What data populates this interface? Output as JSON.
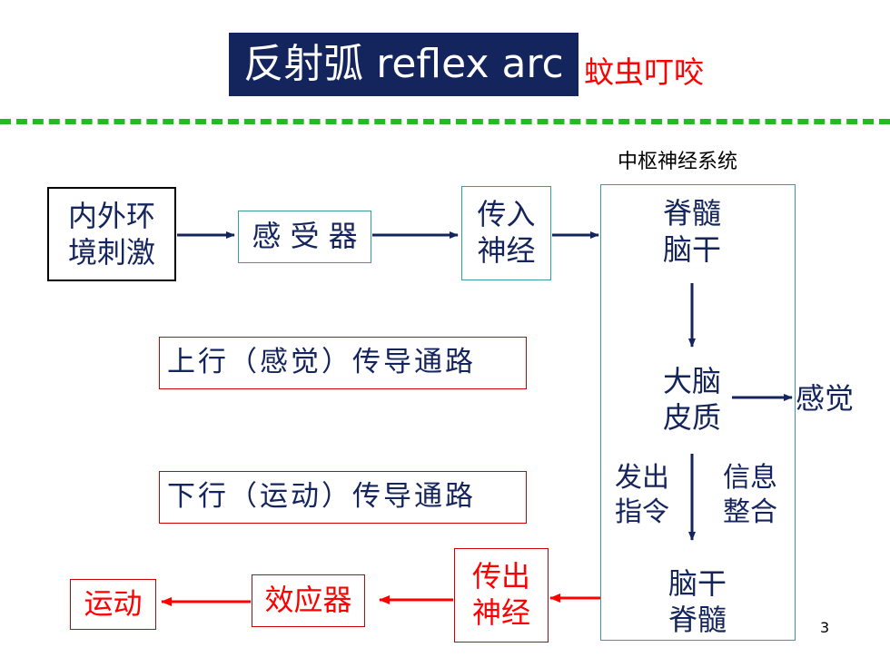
{
  "title": "反射弧 reflex arc",
  "subtitle": "蚊虫叮咬",
  "cns_label": "中枢神经系统",
  "nodes": {
    "stimulus": [
      "内外环",
      "境刺激"
    ],
    "receptor": "感 受 器",
    "afferent": [
      "传入",
      "神经"
    ],
    "spinal_brainstem_top": [
      "脊髓",
      "脑干"
    ],
    "cortex": [
      "大脑",
      "皮质"
    ],
    "sensation": "感觉",
    "issue_command": [
      "发出",
      "指令"
    ],
    "integrate": [
      "信息",
      "整合"
    ],
    "brainstem_spinal_bottom": [
      "脑干",
      "脊髓"
    ],
    "efferent": [
      "传出",
      "神经"
    ],
    "effector": "效应器",
    "movement": "运动"
  },
  "pathways": {
    "ascending": "上行（感觉）传导通路",
    "descending": "下行（运动）传导通路"
  },
  "page_number": "3",
  "colors": {
    "navy": "#14245c",
    "red": "#ff0000",
    "green_dash": "#22bb22"
  }
}
